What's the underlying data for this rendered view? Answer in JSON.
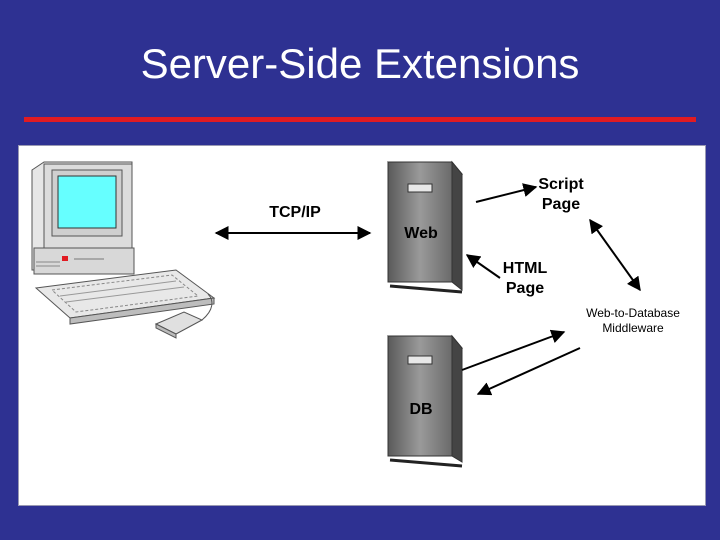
{
  "slide": {
    "title": "Server-Side Extensions"
  },
  "labels": {
    "tcpip": "TCP/IP",
    "web": "Web",
    "db": "DB",
    "script_line1": "Script",
    "script_line2": "Page",
    "html_line1": "HTML",
    "html_line2": "Page",
    "middleware_line1": "Web-to-Database",
    "middleware_line2": "Middleware"
  },
  "colors": {
    "background": "#2e3192",
    "accent_rule": "#e11b22",
    "screen": "#66ffff",
    "server_body": "#8a8a8a"
  },
  "icons": [
    "desktop-computer-icon",
    "keyboard-icon",
    "mouse-icon",
    "web-server-icon",
    "db-server-icon"
  ]
}
